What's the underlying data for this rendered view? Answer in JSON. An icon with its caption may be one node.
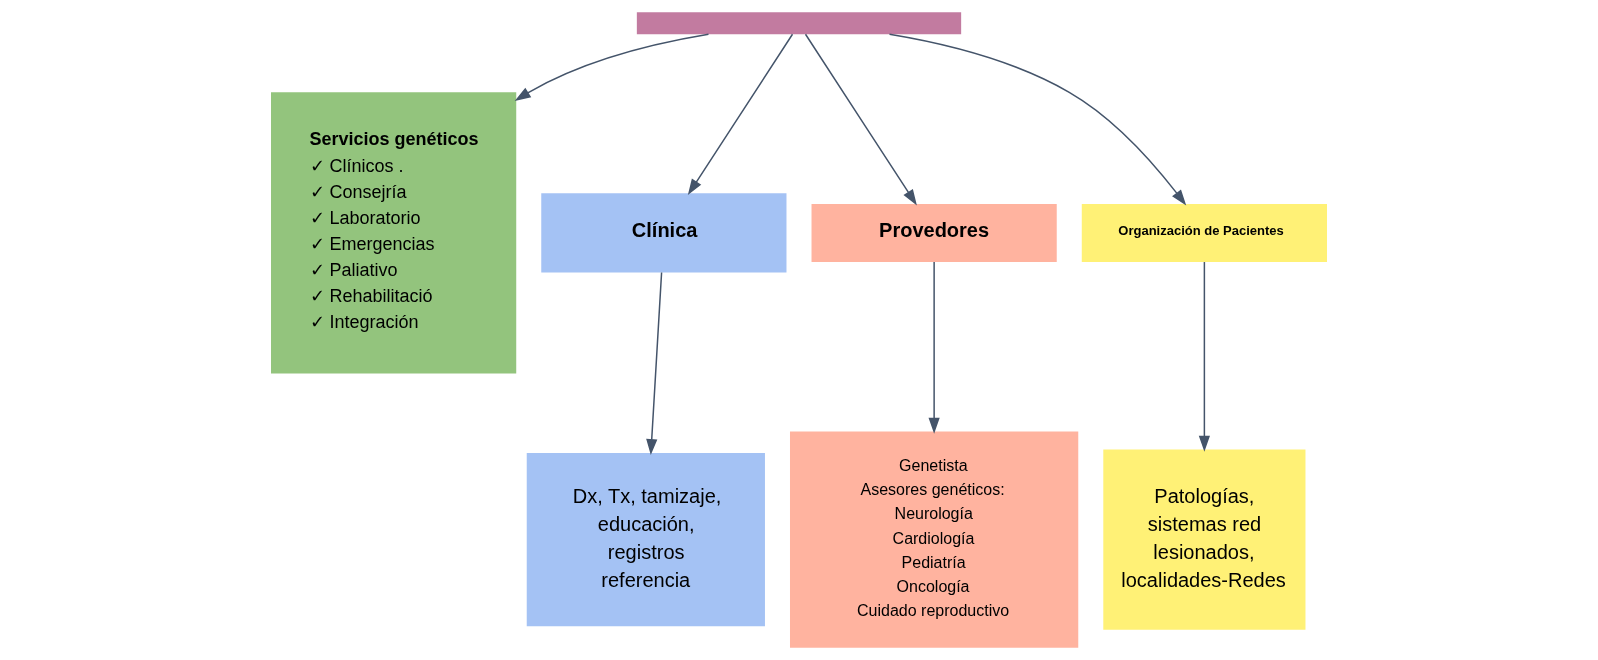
{
  "diagram": {
    "nodes": [
      {
        "text": [],
        "shape": "box"
      },
      {
        "text": [
          "Servicios genéticos",
          "✓ Clínicos .",
          "✓ Consejría",
          "✓ Laboratorio",
          "✓ Emergencias",
          "✓ Paliativo",
          "✓ Rehabilitació",
          "✓ Integración"
        ]
      },
      {
        "text": [
          "Clínica"
        ]
      },
      {
        "text": [
          "Provedores"
        ]
      },
      {
        "text": [
          "Organización de Pacientes"
        ]
      },
      {
        "text": [
          "Dx, Tx, tamizaje, educación, registros referencia"
        ]
      },
      {
        "text": [
          "Genetista",
          "Asesores genéticos:",
          "Neurología",
          "Cardiología",
          "Pediatría",
          "Oncología",
          "Cuidado reproductivo"
        ]
      },
      {
        "text": [
          "Patologías, sistemas red lesionados, localidades-Redes"
        ]
      }
    ],
    "edges": [
      {
        "from": 0,
        "to": 1,
        "arrow": "to"
      },
      {
        "from": 0,
        "to": 2,
        "arrow": "to"
      },
      {
        "from": 0,
        "to": 3,
        "arrow": "to"
      },
      {
        "from": 0,
        "to": 4,
        "arrow": "to"
      },
      {
        "from": 2,
        "to": 5,
        "arrow": "to"
      },
      {
        "from": 3,
        "to": 6,
        "arrow": "to"
      },
      {
        "from": 4,
        "to": 7,
        "arrow": "to"
      }
    ]
  }
}
